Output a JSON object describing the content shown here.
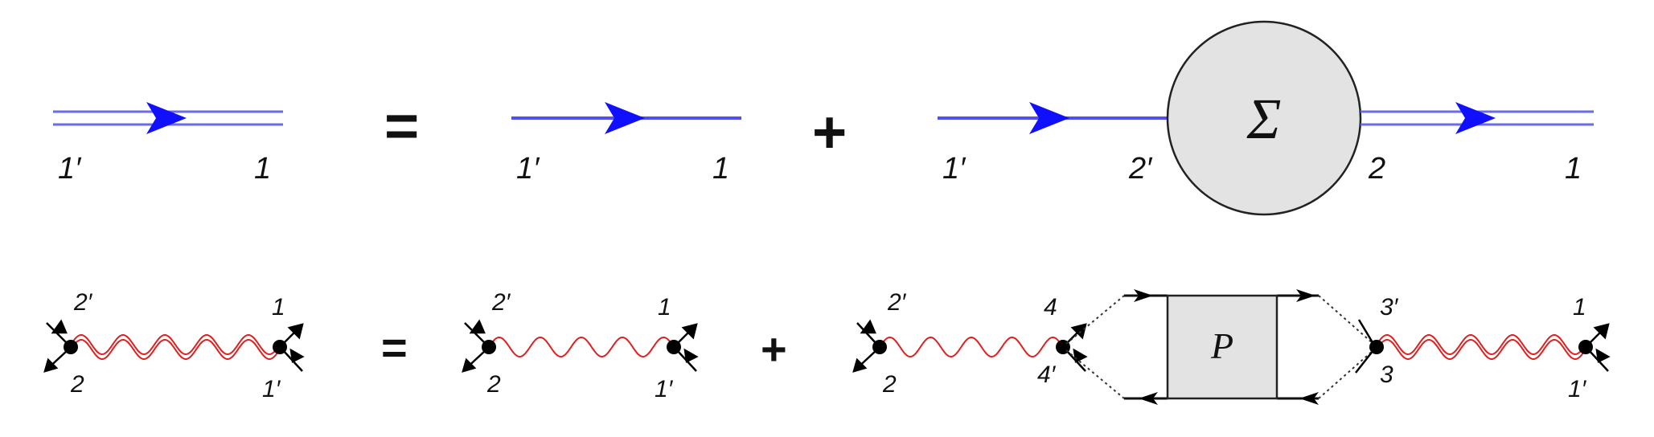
{
  "colors": {
    "propagator": "#2222ff",
    "double_line": "#6a6af0",
    "wave": "#e02020",
    "node": "#000000",
    "blob_fill": "#e3e3e3",
    "stroke": "#222222"
  },
  "row1": {
    "lhs_labels": [
      "1′",
      "1"
    ],
    "equals": "=",
    "term1_labels": [
      "1′",
      "1"
    ],
    "plus": "+",
    "term2_labels": [
      "1′",
      "2′",
      "2",
      "1"
    ],
    "blob_symbol": "Σ"
  },
  "row2": {
    "lhs_labels": [
      "2′",
      "2",
      "1",
      "1′"
    ],
    "equals": "=",
    "term1_labels": [
      "2′",
      "2",
      "1",
      "1′"
    ],
    "plus": "+",
    "term2_labels": [
      "2′",
      "2",
      "4",
      "4′",
      "3′",
      "3",
      "1",
      "1′"
    ],
    "box_symbol": "P"
  }
}
